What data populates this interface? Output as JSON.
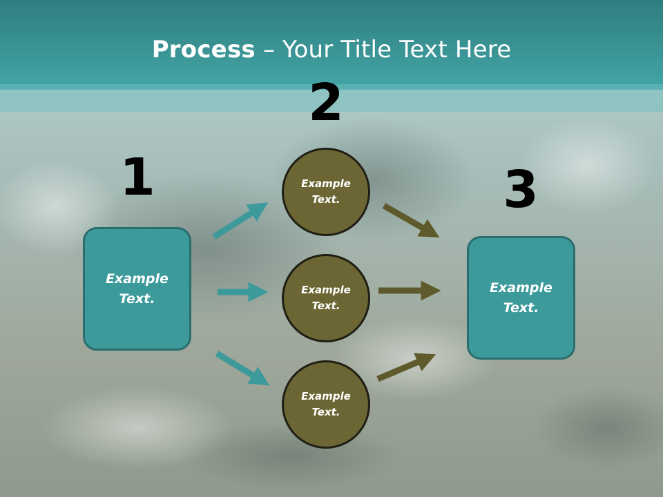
{
  "title": {
    "bold": "Process",
    "rest": " – Your Title Text Here"
  },
  "steps": [
    {
      "number": "1",
      "label": "Example\nText."
    },
    {
      "number": "2",
      "labels": [
        "Example\nText.",
        "Example\nText.",
        "Example\nText."
      ]
    },
    {
      "number": "3",
      "label": "Example\nText."
    }
  ],
  "colors": {
    "header": "#3f9ea0",
    "box": "#3d9a9b",
    "circle": "#6b6633",
    "arrow_left": "#3d9a9b",
    "arrow_right": "#5e5a2c"
  }
}
